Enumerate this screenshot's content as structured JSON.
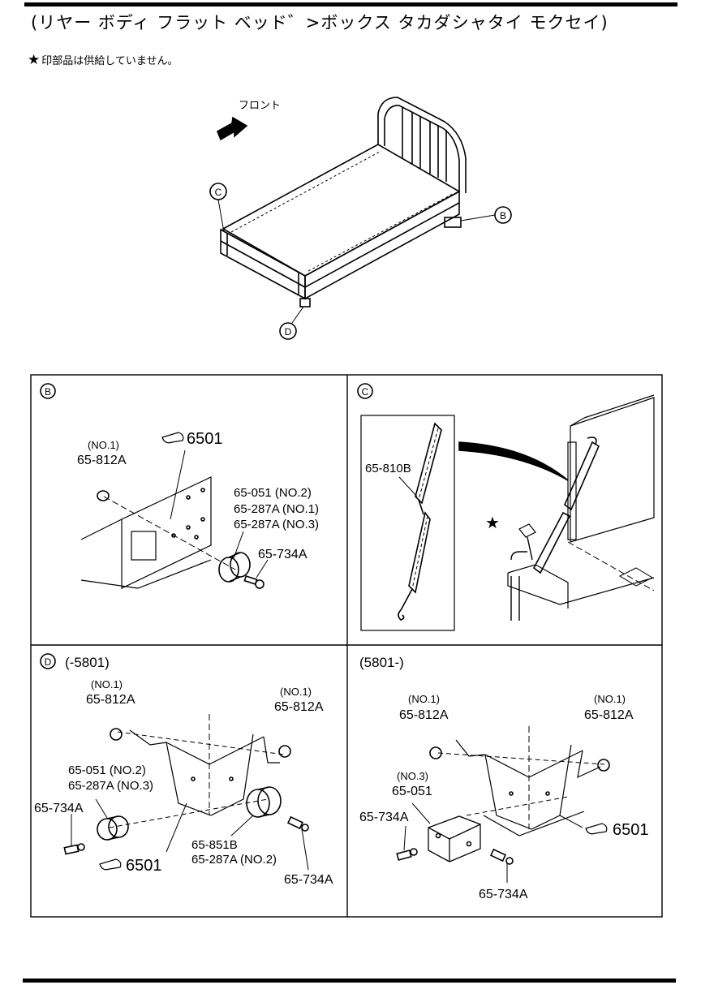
{
  "header": {
    "title": "(リヤー ボディ フラット ベッド゛>ボックス タカダシャタイ モクセイ)",
    "note_star": "★",
    "note_text": "印部品は供給していません。"
  },
  "overview": {
    "front_label": "フロント",
    "callouts": [
      "C",
      "B",
      "D"
    ]
  },
  "panel_b": {
    "id": "B",
    "ref": "6501",
    "labels": [
      "(NO.1)",
      "65-812A",
      "65-051 (NO.2)",
      "65-287A (NO.1)",
      "65-287A (NO.3)",
      "65-734A"
    ]
  },
  "panel_c": {
    "id": "C",
    "part": "65-810B",
    "star": "★"
  },
  "panel_d1": {
    "id": "D",
    "range": "(-5801)",
    "ref": "6501",
    "labels": [
      "(NO.1)",
      "65-812A",
      "(NO.1)",
      "65-812A",
      "65-051 (NO.2)",
      "65-287A (NO.3)",
      "65-734A",
      "65-851B",
      "65-287A (NO.2)",
      "65-734A"
    ]
  },
  "panel_d2": {
    "range": "(5801-)",
    "ref": "6501",
    "labels": [
      "(NO.1)",
      "65-812A",
      "(NO.1)",
      "65-812A",
      "(NO.3)",
      "65-051",
      "65-734A",
      "65-734A"
    ]
  }
}
